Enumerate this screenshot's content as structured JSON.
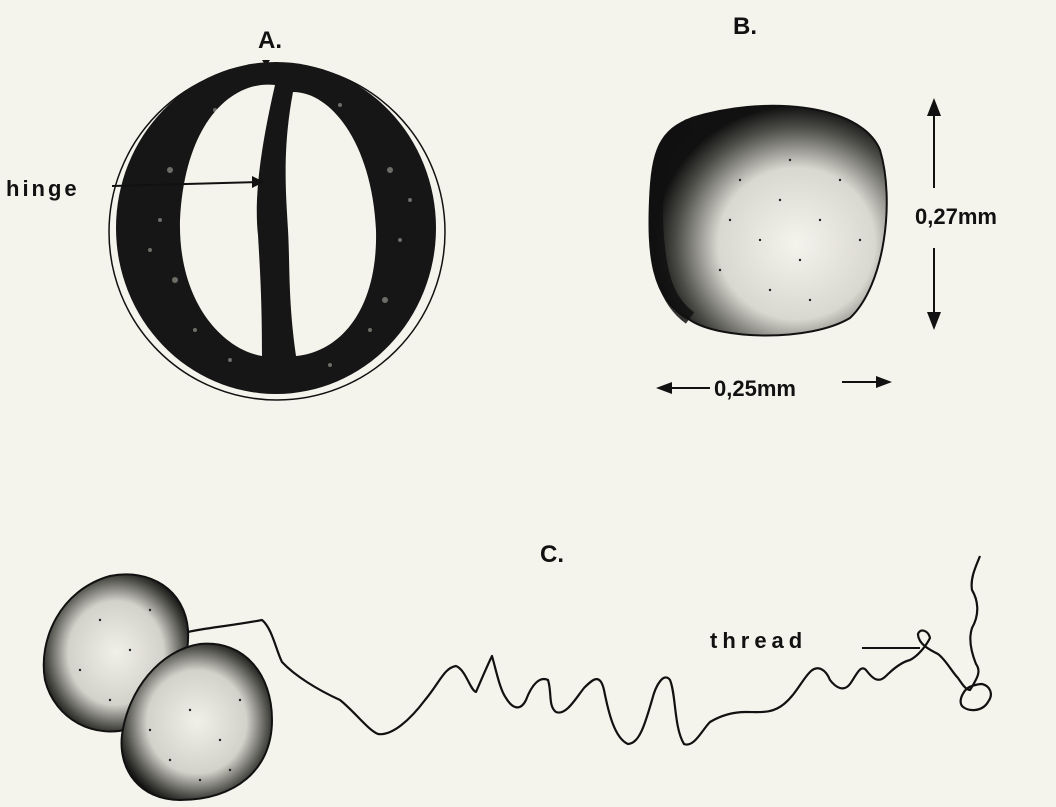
{
  "panels": {
    "a": {
      "label": "A.",
      "hinge_label": "hinge"
    },
    "b": {
      "label": "B.",
      "height_label": "0,27mm",
      "width_label": "0,25mm"
    },
    "c": {
      "label": "C.",
      "thread_label": "thread"
    }
  },
  "colors": {
    "ink": "#111111",
    "paper": "#f4f3ec"
  }
}
